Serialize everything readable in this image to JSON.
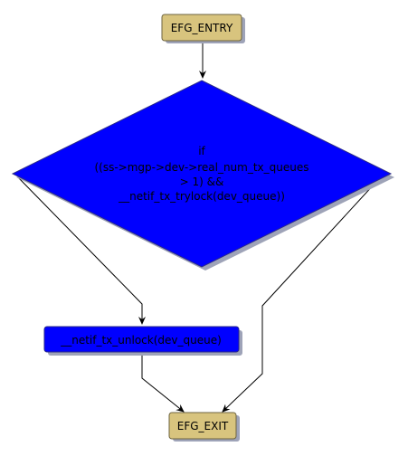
{
  "diagram": {
    "nodes": {
      "entry": {
        "label": "EFG_ENTRY",
        "fill": "#d8c47e",
        "stroke": "#6e6440"
      },
      "decision": {
        "lines": [
          "if",
          "((ss->mgp->dev->real_num_tx_queues",
          "> 1) &&",
          "__netif_tx_trylock(dev_queue))"
        ],
        "fill": "#0000ff",
        "stroke": "#2a2a8a"
      },
      "action": {
        "label": "__netif_tx_unlock(dev_queue)",
        "fill": "#0000ff",
        "stroke": "#2a2a8a"
      },
      "exit": {
        "label": "EFG_EXIT",
        "fill": "#d8c47e",
        "stroke": "#6e6440"
      }
    },
    "shadow_color": "#9ea3b8",
    "edge_color": "#000000"
  }
}
